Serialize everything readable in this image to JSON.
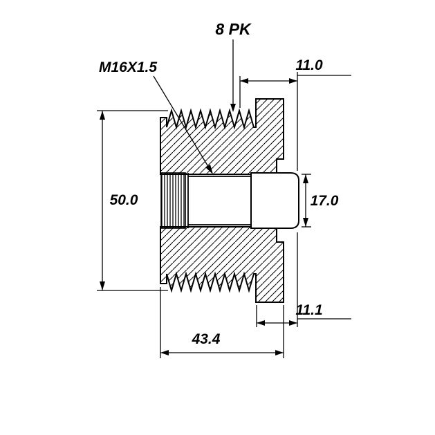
{
  "drawing": {
    "belt_label": "8 PK",
    "thread_label": "M16X1.5",
    "dimensions": {
      "hub_width": "11.0",
      "outer_diameter": "50.0",
      "hub_diameter": "17.0",
      "flange_offset": "11.1",
      "total_width": "43.4"
    },
    "colors": {
      "line": "#000000",
      "background": "#ffffff",
      "text": "#000000"
    }
  }
}
